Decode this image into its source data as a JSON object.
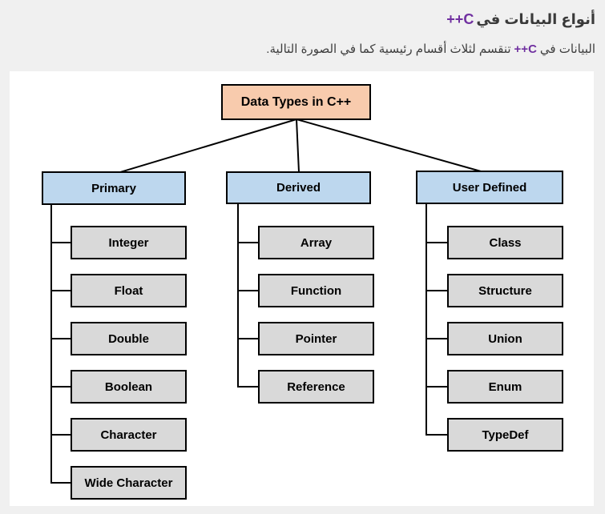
{
  "header": {
    "title": {
      "text": "أنواع البيانات في",
      "highlight": "C++"
    },
    "subtitle": {
      "before": "البيانات في",
      "highlight": "C++",
      "after": "تنقسم لثلاث أقسام رئيسية كما في الصورة التالية."
    }
  },
  "colors": {
    "page_background": "#f0f0f0",
    "panel_background": "#ffffff",
    "root_fill": "#f8cbad",
    "group_fill": "#bdd7ee",
    "leaf_fill": "#d9d9d9",
    "box_border": "#000000",
    "highlight_text": "#7030a0",
    "body_text": "#3d3d3d"
  },
  "diagram": {
    "root": {
      "label": "Data Types in C++"
    },
    "columns": [
      {
        "label": "Primary",
        "children": [
          "Integer",
          "Float",
          "Double",
          "Boolean",
          "Character",
          "Wide Character"
        ]
      },
      {
        "label": "Derived",
        "children": [
          "Array",
          "Function",
          "Pointer",
          "Reference"
        ]
      },
      {
        "label": "User Defined",
        "children": [
          "Class",
          "Structure",
          "Union",
          "Enum",
          "TypeDef"
        ]
      }
    ]
  }
}
